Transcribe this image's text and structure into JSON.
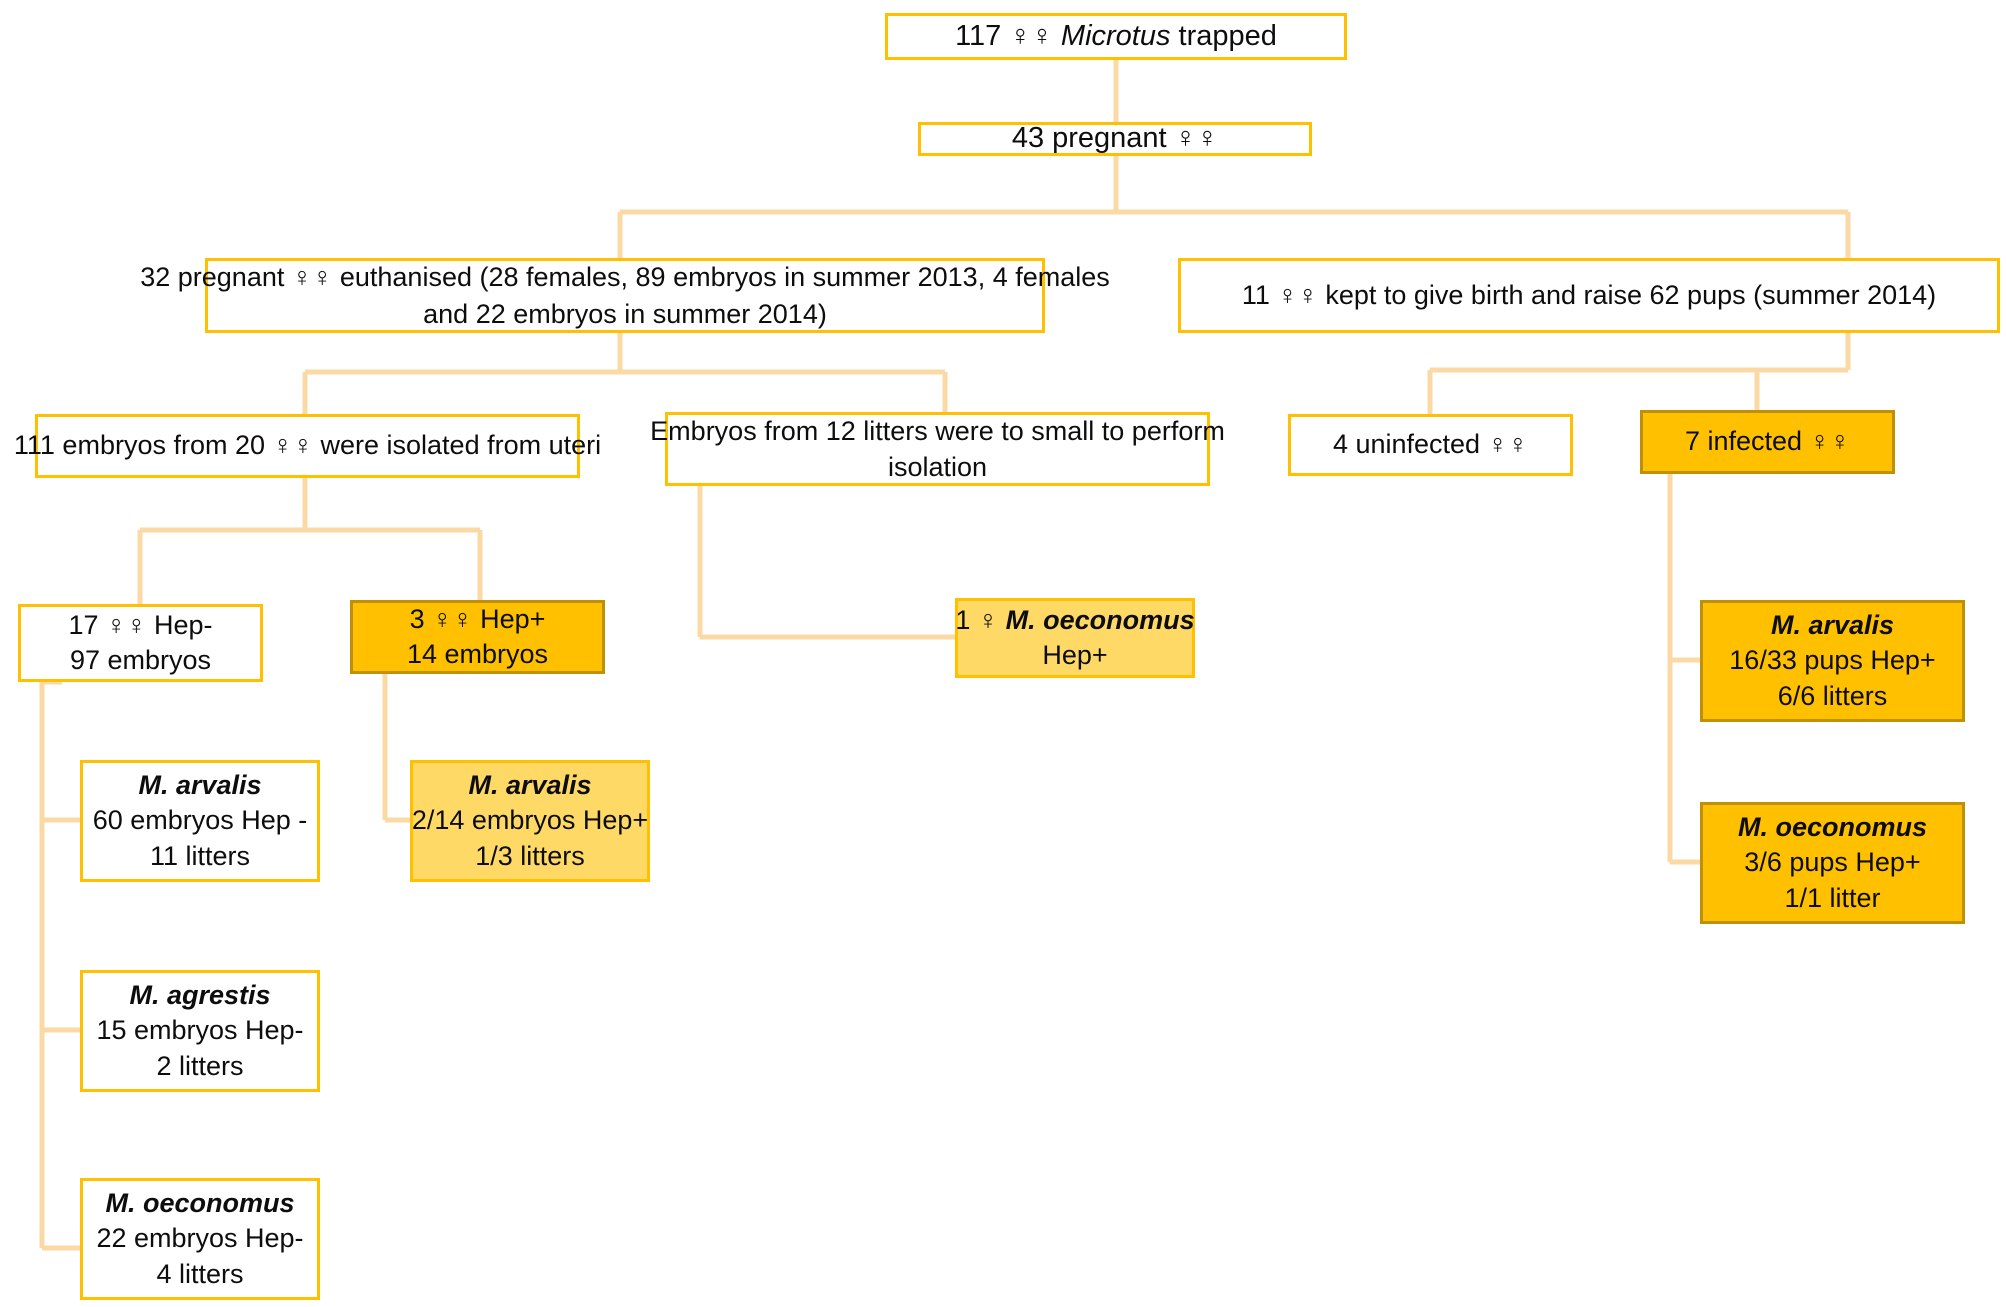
{
  "diagram": {
    "title": "Microtus vole Hepatozoon infection flowchart",
    "colors": {
      "border_main": "#ffc000",
      "border_strong": "#bf9000",
      "fill_strong": "#ffc000",
      "fill_light": "#ffd966",
      "fill_plain": "#ffffff",
      "connector": "#fbd9a5",
      "text": "#0d0d0d"
    },
    "nodes": {
      "trapped": {
        "label": "117 ♀♀ Microtus trapped",
        "pre": "117 ♀♀ ",
        "species": "Microtus",
        "post": " trapped"
      },
      "pregnant": {
        "label": "43 pregnant ♀♀"
      },
      "euthanised": {
        "line1": "32 pregnant ♀♀ euthanised  (28 females, 89 embryos in summer 2013, 4 females",
        "line2": "and 22 embryos in summer 2014)"
      },
      "kept": {
        "label": "11 ♀♀ kept to give birth and raise 62 pups (summer 2014)"
      },
      "isolated": {
        "label": "111 embryos from  20 ♀♀ were isolated from uteri"
      },
      "too_small": {
        "line1": "Embryos from 12 litters were to small to perform",
        "line2": "isolation"
      },
      "uninfected": {
        "label": "4 uninfected ♀♀"
      },
      "infected": {
        "label": "7 infected  ♀♀"
      },
      "hep_neg_females": {
        "line1": "17 ♀♀ Hep-",
        "line2": "97 embryos"
      },
      "hep_pos_females": {
        "line1": "3 ♀♀ Hep+",
        "line2": "14 embryos"
      },
      "oeconomus_small": {
        "line1_pre": "1 ♀ ",
        "line1_species": "M. oeconomus",
        "line2": "Hep+"
      },
      "arvalis_neg": {
        "species": "M. arvalis",
        "line2": "60 embryos Hep -",
        "line3": "11 litters"
      },
      "agrestis_neg": {
        "species": "M. agrestis",
        "line2": "15 embryos Hep-",
        "line3": "2 litters"
      },
      "oeconomus_neg": {
        "species": "M. oeconomus",
        "line2": "22 embryos Hep-",
        "line3": "4 litters"
      },
      "arvalis_pos_embryos": {
        "species": "M. arvalis",
        "line2": "2/14 embryos Hep+",
        "line3": "1/3 litters"
      },
      "arvalis_pups": {
        "species": "M. arvalis",
        "line2": "16/33 pups Hep+",
        "line3": "6/6 litters"
      },
      "oeconomus_pups": {
        "species": "M. oeconomus",
        "line2": "3/6 pups Hep+",
        "line3": "1/1 litter"
      }
    }
  },
  "chart_data": {
    "type": "diagram",
    "title": "Microtus vole Hepatozoon infection flowchart",
    "levels": [
      {
        "level": 0,
        "nodes": [
          "117 ♀♀ Microtus trapped"
        ]
      },
      {
        "level": 1,
        "nodes": [
          "43 pregnant ♀♀"
        ]
      },
      {
        "level": 2,
        "nodes": [
          "32 pregnant ♀♀ euthanised  (28 females, 89 embryos in summer 2013, 4 females and 22 embryos in summer 2014)",
          "11 ♀♀ kept to give birth and raise 62 pups (summer 2014)"
        ]
      },
      {
        "level": 3,
        "nodes": [
          "111 embryos from  20 ♀♀ were isolated from uteri",
          "Embryos from 12 litters were to small to perform isolation",
          "4 uninfected ♀♀",
          "7 infected  ♀♀"
        ]
      },
      {
        "level": 4,
        "nodes": [
          "17 ♀♀ Hep- / 97 embryos",
          "3 ♀♀ Hep+ / 14 embryos",
          "1 ♀ M. oeconomus Hep+",
          "M. arvalis 16/33 pups Hep+ 6/6 litters",
          "M. oeconomus 3/6 pups Hep+ 1/1 litter"
        ]
      },
      {
        "level": 5,
        "nodes": [
          "M. arvalis 60 embryos Hep - 11 litters",
          "M. agrestis 15 embryos Hep- 2 litters",
          "M. oeconomus 22 embryos Hep- 4 litters",
          "M. arvalis 2/14 embryos Hep+ 1/3 litters"
        ]
      }
    ],
    "edges": [
      [
        "117 ♀♀ Microtus trapped",
        "43 pregnant ♀♀"
      ],
      [
        "43 pregnant ♀♀",
        "32 pregnant ♀♀ euthanised"
      ],
      [
        "43 pregnant ♀♀",
        "11 ♀♀ kept to give birth and raise 62 pups"
      ],
      [
        "32 pregnant ♀♀ euthanised",
        "111 embryos from  20 ♀♀ were isolated from uteri"
      ],
      [
        "32 pregnant ♀♀ euthanised",
        "Embryos from 12 litters were to small to perform isolation"
      ],
      [
        "11 ♀♀ kept to give birth and raise 62 pups",
        "4 uninfected ♀♀"
      ],
      [
        "11 ♀♀ kept to give birth and raise 62 pups",
        "7 infected  ♀♀"
      ],
      [
        "111 embryos from  20 ♀♀ were isolated from uteri",
        "17 ♀♀ Hep- / 97 embryos"
      ],
      [
        "111 embryos from  20 ♀♀ were isolated from uteri",
        "3 ♀♀ Hep+ / 14 embryos"
      ],
      [
        "Embryos from 12 litters were to small to perform isolation",
        "1 ♀ M. oeconomus Hep+"
      ],
      [
        "7 infected  ♀♀",
        "M. arvalis 16/33 pups Hep+ 6/6 litters"
      ],
      [
        "7 infected  ♀♀",
        "M. oeconomus 3/6 pups Hep+ 1/1 litter"
      ],
      [
        "17 ♀♀ Hep- / 97 embryos",
        "M. arvalis 60 embryos Hep - 11 litters"
      ],
      [
        "17 ♀♀ Hep- / 97 embryos",
        "M. agrestis 15 embryos Hep- 2 litters"
      ],
      [
        "17 ♀♀ Hep- / 97 embryos",
        "M. oeconomus 22 embryos Hep- 4 litters"
      ],
      [
        "3 ♀♀ Hep+ / 14 embryos",
        "M. arvalis 2/14 embryos Hep+ 1/3 litters"
      ]
    ]
  }
}
